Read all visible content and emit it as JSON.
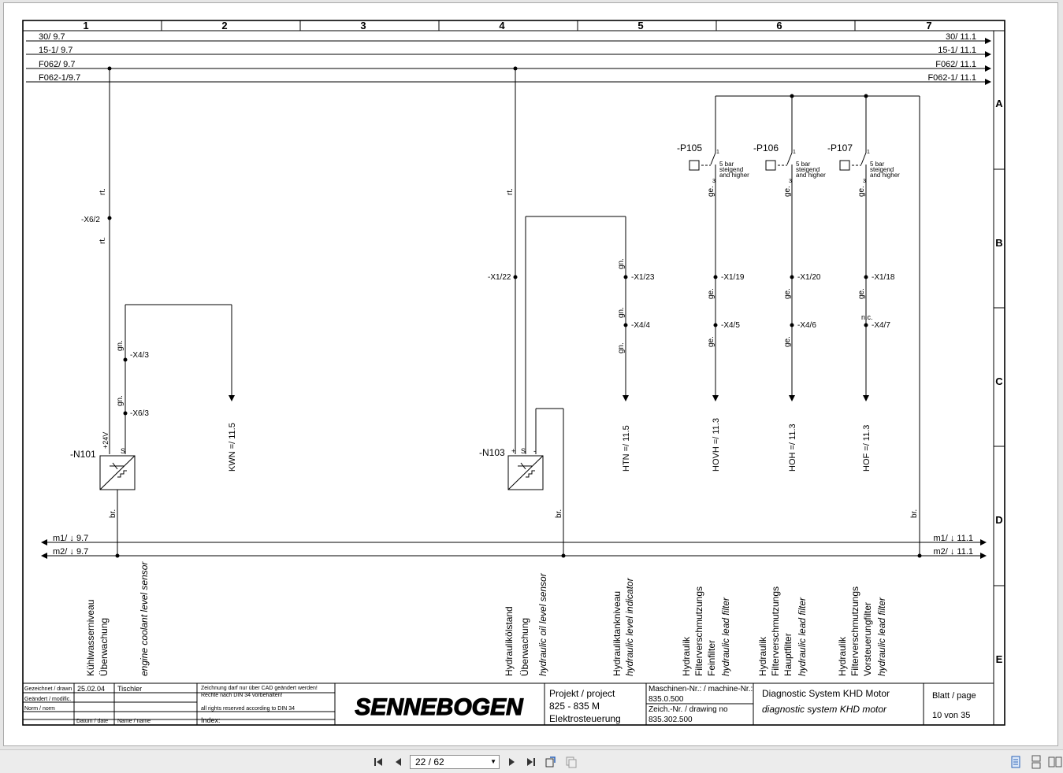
{
  "sheet": {
    "columns": [
      "1",
      "2",
      "3",
      "4",
      "5",
      "6",
      "7"
    ],
    "rows": [
      "A",
      "B",
      "C",
      "D",
      "E"
    ],
    "rails_left": [
      "30/  9.7",
      "15-1/ 9.7",
      "F062/  9.7",
      "F062-1/9.7"
    ],
    "rails_right": [
      "30/  11.1",
      "15-1/ 11.1",
      "F062/  11.1",
      "F062-1/  11.1"
    ],
    "ground_left": [
      "m1/ ↓  9.7",
      "m2/ ↓  9.7"
    ],
    "ground_right": [
      "m1/ ↓  11.1",
      "m2/ ↓  11.1"
    ],
    "components": {
      "n101": {
        "ref": "-N101",
        "pin_plus": "+24V",
        "pin_s": "S",
        "wire_top": "rt.",
        "wire_top2": "rt.",
        "conn_x6_2": "-X6/2",
        "conn_x4_3": "-X4/3",
        "conn_x6_3": "-X6/3",
        "wire_gn1": "gn.",
        "wire_gn2": "gn.",
        "wire_br": "br.",
        "out_ref": "KWN =/ 11.5"
      },
      "n103": {
        "ref": "-N103",
        "pin_plus": "+",
        "pin_s": "S",
        "pin_minus": "-",
        "wire_top": "rt.",
        "conn_x1_22": "-X1/22",
        "wire_br": "br.",
        "conn_x1_23": "-X1/23",
        "conn_x4_4": "-X4/4",
        "wire_gn1": "gn.",
        "wire_gn2": "gn.",
        "wire_gn3": "gn.",
        "out_ref": "HTN =/ 11.5"
      },
      "p105": {
        "ref": "-P105",
        "pin": "1",
        "pin_bottom": "3",
        "spec1": "5 bar",
        "spec2": "steigend",
        "spec3": "and higher",
        "wire": "ge.",
        "conn_a": "-X1/19",
        "conn_b": "-X4/5",
        "wire2": "ge.",
        "wire3": "ge.",
        "out_ref": "HOVH =/ 11.3"
      },
      "p106": {
        "ref": "-P106",
        "pin": "1",
        "pin_bottom": "3",
        "spec1": "5 bar",
        "spec2": "steigend",
        "spec3": "and higher",
        "wire": "ge.",
        "conn_a": "-X1/20",
        "conn_b": "-X4/6",
        "wire2": "ge.",
        "wire3": "ge.",
        "out_ref": "HOH =/ 11.3"
      },
      "p107": {
        "ref": "-P107",
        "pin": "1",
        "pin_bottom": "3",
        "spec1": "5 bar",
        "spec2": "steigend",
        "spec3": "and higher",
        "wire": "ge.",
        "conn_a": "-X1/18",
        "conn_b": "-X4/7",
        "wire2": "ge.",
        "wire3": "n.c.",
        "out_ref": "HOF =/ 11.3"
      },
      "br_right": "br."
    },
    "descriptions": [
      [
        "Kühlwasserniveau",
        "Überwachung",
        "engine coolant level sensor"
      ],
      [
        "Hydraulikölstand",
        "Überwachung",
        "hydraulic oil level sensor"
      ],
      [
        "Hydrauliktankniveau",
        "hydraulic level indicator"
      ],
      [
        "Hydraulik",
        "Filterverschmutzungs",
        "Feinfilter",
        "hydraulic lead filter"
      ],
      [
        "Hydraulik",
        "Filterverschmutzungs",
        "Hauptfilter",
        "hydraulic lead filter"
      ],
      [
        "Hydraulik",
        "Filterverschmutzungs",
        "Vorsteuerungfilter",
        "hydraulic lead filter"
      ]
    ],
    "titleblock": {
      "drawn_label": "Gezeichnet / drawn",
      "drawn_date": "25.02.04",
      "drawn_name": "Tischler",
      "modif_label": "Geändert / modific.",
      "norm_label": "Norm / norm",
      "date_label": "Datum / date",
      "name_label": "Name / name",
      "cad_note1": "Zeichnung darf nur  über CAD geändert werden!",
      "cad_note2": "Rechte nach DIN 34 vorbehalten!",
      "rights": "all rights reserved according to DIN 34",
      "index": "Index:",
      "logo": "SENNEBOGEN",
      "project_label": "Projekt / project",
      "project_value": "825 - 835 M",
      "project_sub": "Elektrosteuerung",
      "machine_label": "Maschinen-Nr.: / machine-Nr.:",
      "machine_value": "835.0.500",
      "drawing_label": "Zeich.-Nr. / drawing no",
      "drawing_value": "835.302.500",
      "title_de": "Diagnostic System KHD Motor",
      "title_en": "diagnostic system KHD motor",
      "sheet_label": "Blatt / page",
      "sheet_value": "10 von 35"
    }
  },
  "toolbar": {
    "page_value": "22 / 62",
    "icons": [
      "first-page-icon",
      "prev-page-icon",
      "next-page-icon",
      "last-page-icon",
      "rotate-icon",
      "copy-icon",
      "single-page-icon",
      "continuous-icon",
      "two-page-icon"
    ]
  }
}
